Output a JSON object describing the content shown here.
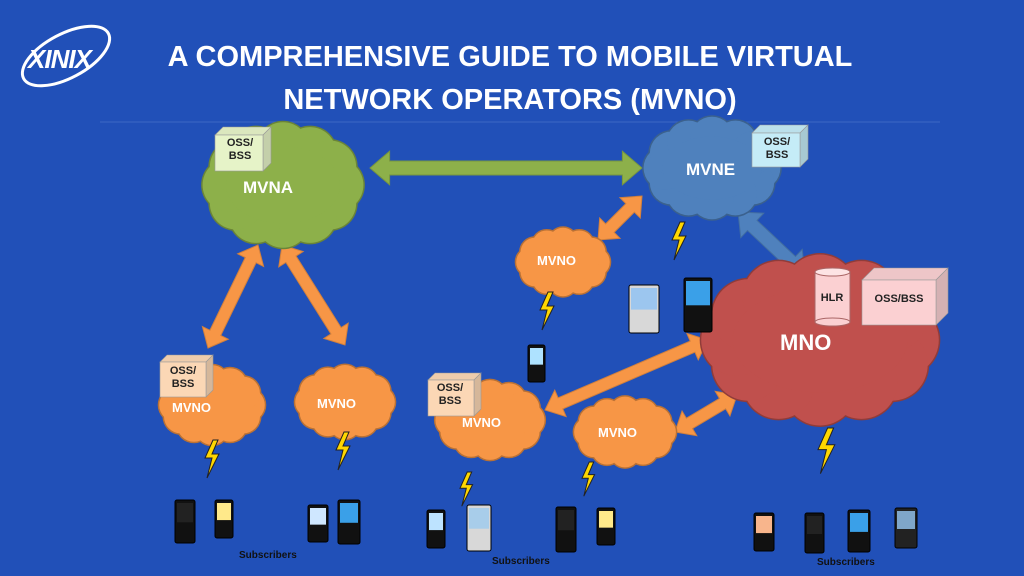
{
  "logo": {
    "text": "XINIX"
  },
  "title": {
    "line1": "A COMPREHENSIVE GUIDE TO MOBILE VIRTUAL",
    "line2": "NETWORK OPERATORS (MVNO)"
  },
  "nodes": {
    "mvna": "MVNA",
    "mvne": "MVNE",
    "mno": "MNO",
    "mvno": "MVNO",
    "oss_bss_split": "OSS/\nBSS",
    "oss_bss": "OSS/BSS",
    "hlr": "HLR"
  },
  "subscribers": [
    "Subscribers",
    "Subscribers",
    "Subscribers"
  ],
  "colors": {
    "background": "#2150b8",
    "mvna": "#8db04a",
    "mvne": "#4f81bd",
    "mno": "#c0504d",
    "mvno": "#f79646",
    "lightning": "#ffd700"
  }
}
